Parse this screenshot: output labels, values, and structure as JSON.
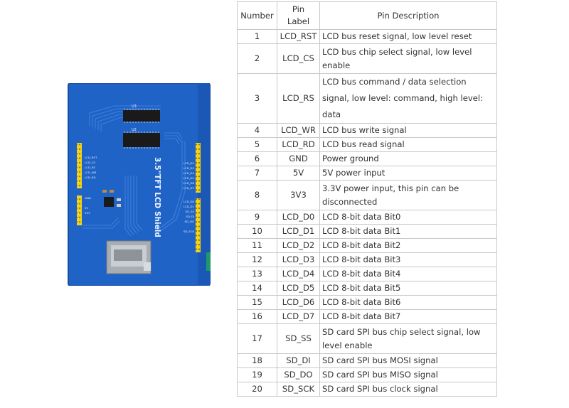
{
  "board": {
    "title": "3.5\"TFT LCD Shield",
    "ic_labels": [
      "U3",
      "U2"
    ],
    "left_header_labels": [
      "LCD_RST",
      "LCD_CS",
      "LCD_RS",
      "LCD_WR",
      "LCD_RD"
    ],
    "power_labels": [
      "GND",
      "5V",
      "3V3"
    ],
    "right_header_labels": [
      "LCD_D2",
      "LCD_D3",
      "LCD_D4",
      "LCD_D5",
      "LCD_D6",
      "LCD_D7",
      "LCD_D0",
      "LCD_D1",
      "SD_SS",
      "SD_DI",
      "SD_DO",
      "SD_SCK"
    ],
    "colors": {
      "pcb": "#1f63c6",
      "header": "#f1d21c",
      "flex": "#1d9a6a"
    }
  },
  "table": {
    "headers": {
      "number": "Number",
      "pin_label": "Pin\nLabel",
      "description": "Pin Description"
    },
    "rows": [
      {
        "number": "1",
        "label": "LCD_RST",
        "desc": "LCD bus reset signal, low level reset"
      },
      {
        "number": "2",
        "label": "LCD_CS",
        "desc": "LCD bus chip select signal, low level enable"
      },
      {
        "number": "3",
        "label": "LCD_RS",
        "desc": "LCD bus command / data selection signal, low level: command, high level: data"
      },
      {
        "number": "4",
        "label": "LCD_WR",
        "desc": "LCD bus write signal"
      },
      {
        "number": "5",
        "label": "LCD_RD",
        "desc": "LCD bus read signal"
      },
      {
        "number": "6",
        "label": "GND",
        "desc": "Power ground"
      },
      {
        "number": "7",
        "label": "5V",
        "desc": "5V power input"
      },
      {
        "number": "8",
        "label": "3V3",
        "desc": "3.3V power input, this pin can be disconnected"
      },
      {
        "number": "9",
        "label": "LCD_D0",
        "desc": "LCD 8-bit data Bit0"
      },
      {
        "number": "10",
        "label": "LCD_D1",
        "desc": "LCD 8-bit data Bit1"
      },
      {
        "number": "11",
        "label": "LCD_D2",
        "desc": "LCD 8-bit data Bit2"
      },
      {
        "number": "12",
        "label": "LCD_D3",
        "desc": "LCD 8-bit data Bit3"
      },
      {
        "number": "13",
        "label": "LCD_D4",
        "desc": "LCD 8-bit data Bit4"
      },
      {
        "number": "14",
        "label": "LCD_D5",
        "desc": "LCD 8-bit data Bit5"
      },
      {
        "number": "15",
        "label": "LCD_D6",
        "desc": "LCD 8-bit data Bit6"
      },
      {
        "number": "16",
        "label": "LCD_D7",
        "desc": "LCD 8-bit data Bit7"
      },
      {
        "number": "17",
        "label": "SD_SS",
        "desc": "SD card SPI bus chip select signal, low level enable"
      },
      {
        "number": "18",
        "label": "SD_DI",
        "desc": "SD card SPI bus MOSI signal"
      },
      {
        "number": "19",
        "label": "SD_DO",
        "desc": "SD card SPI bus MISO signal"
      },
      {
        "number": "20",
        "label": "SD_SCK",
        "desc": "SD card SPI bus clock signal"
      }
    ]
  }
}
